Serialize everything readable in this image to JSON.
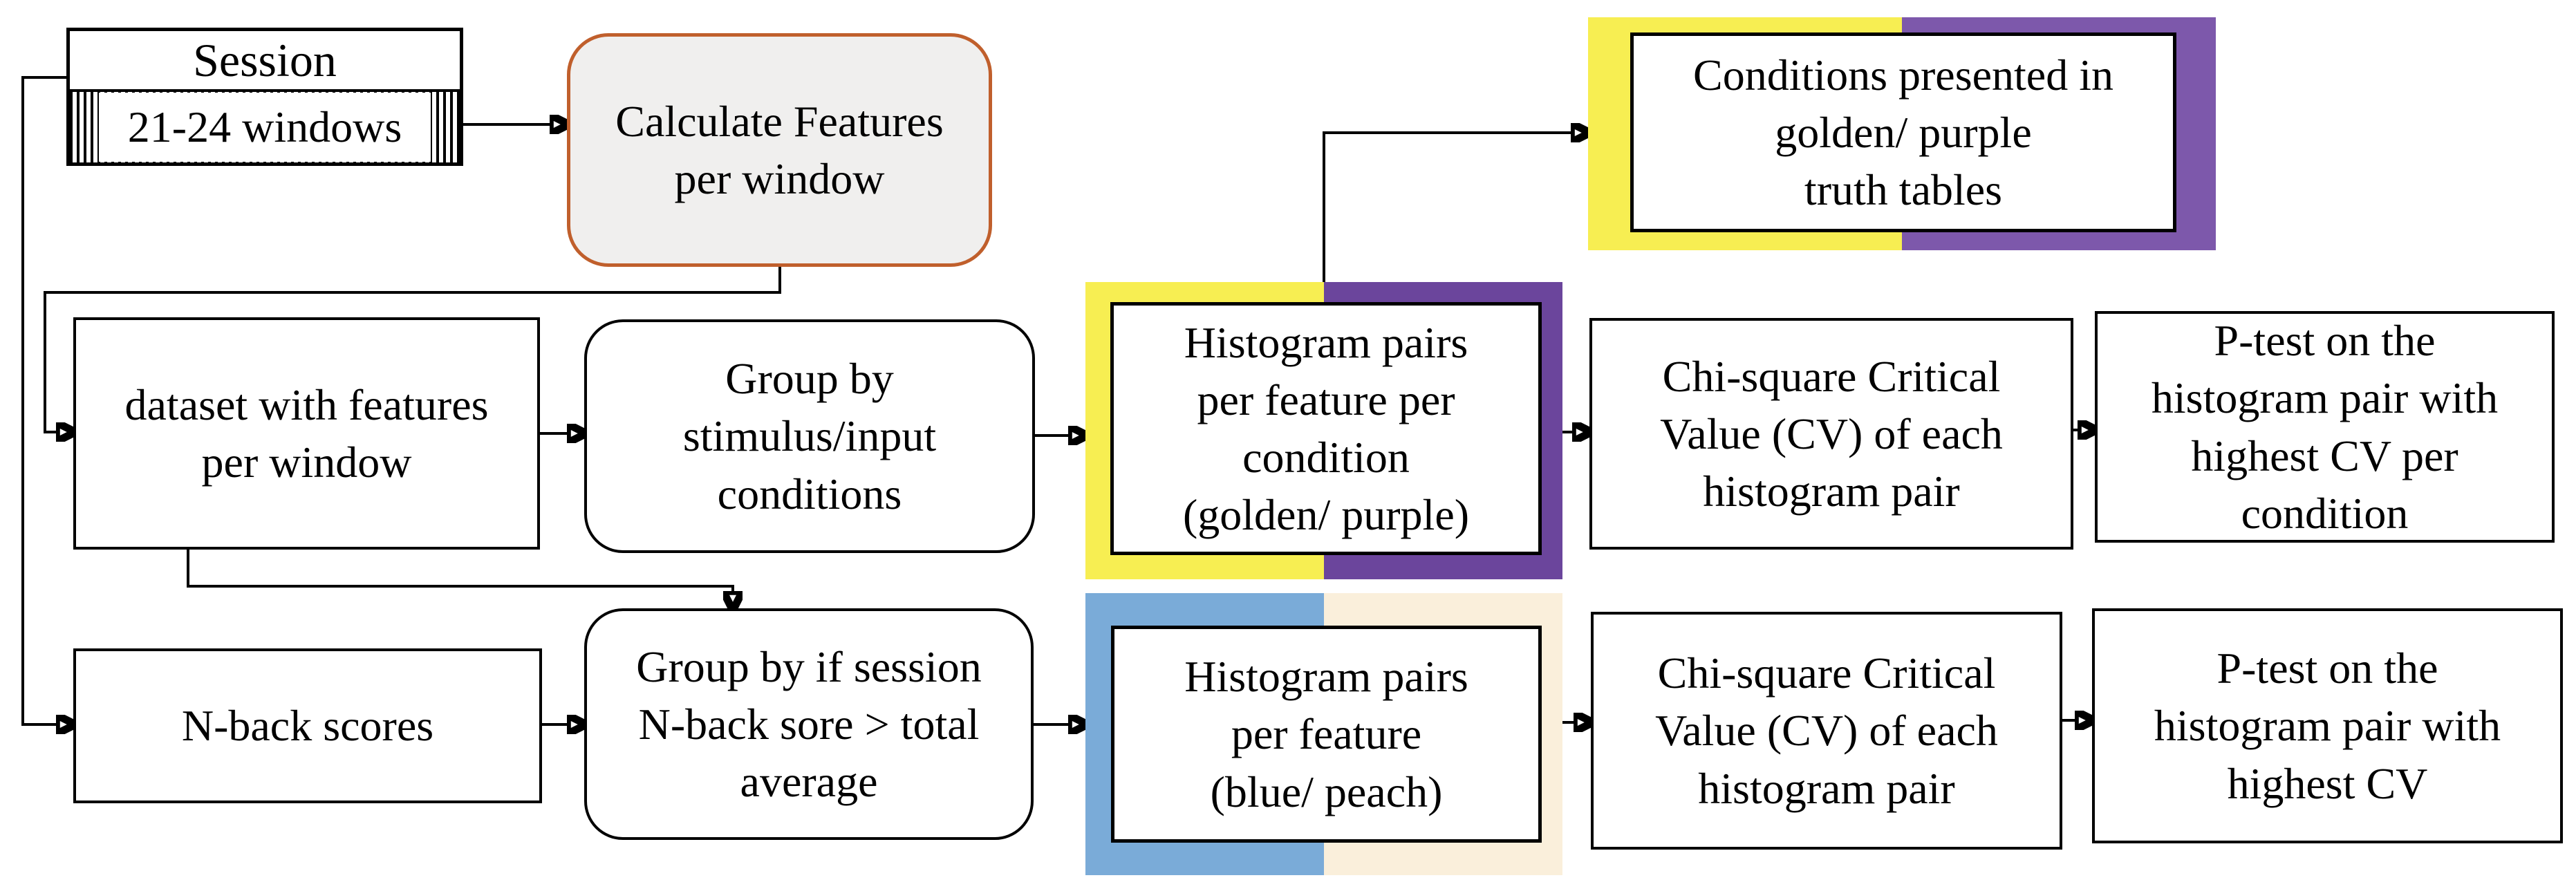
{
  "diagram": {
    "colors": {
      "golden": "#f7ee52",
      "purple_top": "#7d58ab",
      "purple_mid": "#6b459c",
      "blue": "#7aabd8",
      "peach": "#faefdb",
      "orange_border": "#c05f2c",
      "calc_fill": "#f0efee",
      "line": "#000000"
    },
    "nodes": {
      "session": {
        "title": "Session",
        "subtitle": "21-24 windows"
      },
      "calc_features": {
        "label": "Calculate Features\nper window"
      },
      "conditions": {
        "label": "Conditions presented in\ngolden/ purple\ntruth tables"
      },
      "dataset": {
        "label": "dataset with features\nper window"
      },
      "group_stimulus": {
        "label": "Group by\nstimulus/input\nconditions"
      },
      "hist_golden": {
        "label": "Histogram pairs\nper feature per\ncondition\n(golden/ purple)"
      },
      "chi_mid": {
        "label": "Chi-square Critical\nValue (CV) of each\nhistogram pair"
      },
      "ptest_mid": {
        "label": "P-test on the\nhistogram pair with\nhighest CV per\ncondition"
      },
      "nback": {
        "label": "N-back scores"
      },
      "group_nback": {
        "label": "Group by if session\nN-back sore > total\naverage"
      },
      "hist_blue": {
        "label": "Histogram pairs\nper feature\n(blue/ peach)"
      },
      "chi_bottom": {
        "label": "Chi-square Critical\nValue (CV) of each\nhistogram pair"
      },
      "ptest_bottom": {
        "label": "P-test on the\nhistogram pair with\nhighest CV"
      }
    }
  }
}
